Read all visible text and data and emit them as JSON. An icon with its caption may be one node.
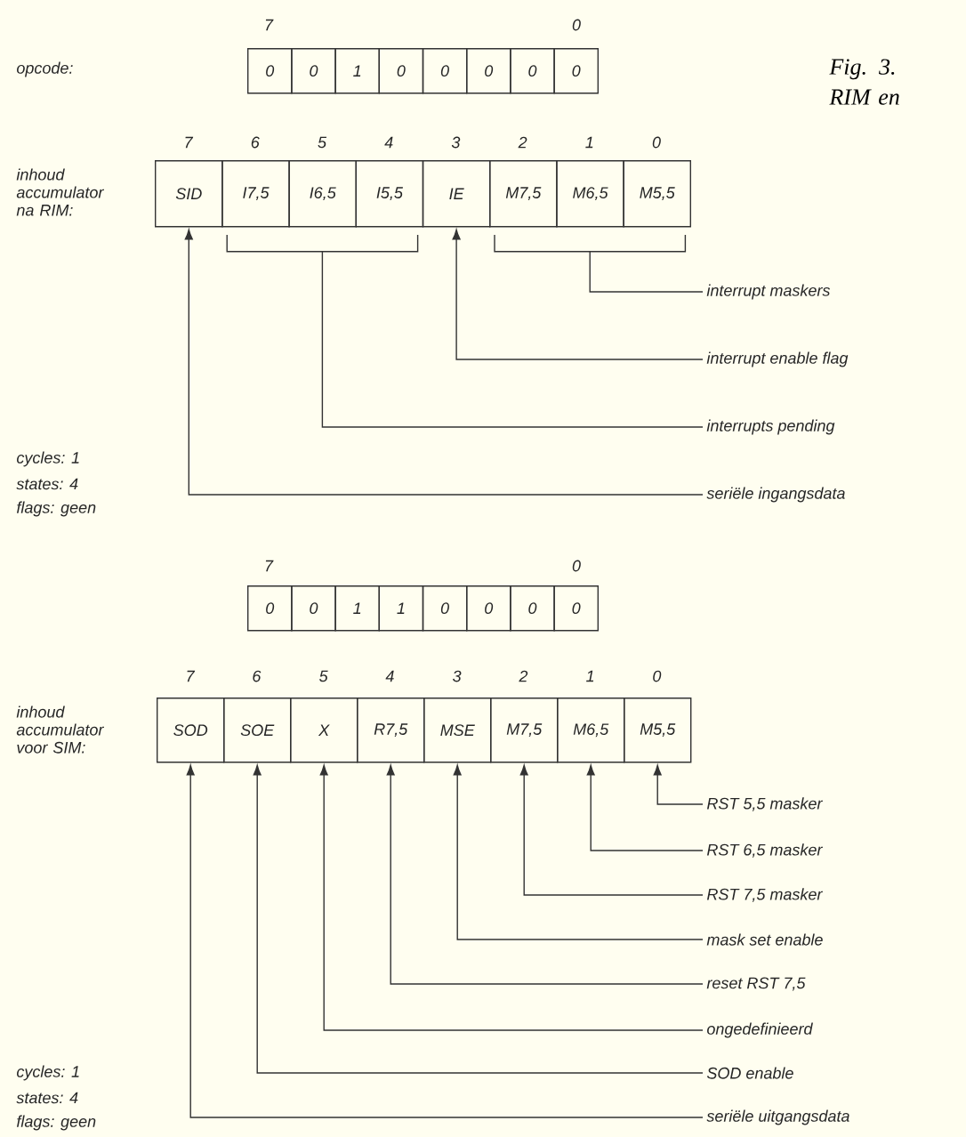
{
  "diagram": {
    "caption": "Fig. 3. RIM en",
    "nodes": [
      {
        "text": [
          "0"
        ]
      },
      {
        "text": [
          "0"
        ]
      },
      {
        "text": [
          "1"
        ]
      },
      {
        "text": [
          "0"
        ]
      },
      {
        "text": [
          "0"
        ]
      },
      {
        "text": [
          "0"
        ]
      },
      {
        "text": [
          "0"
        ]
      },
      {
        "text": [
          "0"
        ]
      },
      {
        "text": [
          "SID"
        ]
      },
      {
        "text": [
          "I7,5"
        ]
      },
      {
        "text": [
          "I6,5"
        ]
      },
      {
        "text": [
          "I5,5"
        ]
      },
      {
        "text": [
          "IE"
        ]
      },
      {
        "text": [
          "M7,5"
        ]
      },
      {
        "text": [
          "M6,5"
        ]
      },
      {
        "text": [
          "M5,5"
        ]
      },
      {
        "text": [
          "interrupt maskers"
        ]
      },
      {
        "text": [
          "interrupt enable flag"
        ]
      },
      {
        "text": [
          "interrupts pending"
        ]
      },
      {
        "text": [
          "seriële ingangsdata"
        ]
      },
      {
        "text": [
          "0"
        ]
      },
      {
        "text": [
          "0"
        ]
      },
      {
        "text": [
          "1"
        ]
      },
      {
        "text": [
          "1"
        ]
      },
      {
        "text": [
          "0"
        ]
      },
      {
        "text": [
          "0"
        ]
      },
      {
        "text": [
          "0"
        ]
      },
      {
        "text": [
          "0"
        ]
      },
      {
        "text": [
          "SOD"
        ]
      },
      {
        "text": [
          "SOE"
        ]
      },
      {
        "text": [
          "X"
        ]
      },
      {
        "text": [
          "R7,5"
        ]
      },
      {
        "text": [
          "MSE"
        ]
      },
      {
        "text": [
          "M7,5"
        ]
      },
      {
        "text": [
          "M6,5"
        ]
      },
      {
        "text": [
          "M5,5"
        ]
      },
      {
        "text": [
          "RST 5,5 masker"
        ]
      },
      {
        "text": [
          "RST 6,5 masker"
        ]
      },
      {
        "text": [
          "RST 7,5 masker"
        ]
      },
      {
        "text": [
          "mask set enable"
        ]
      },
      {
        "text": [
          "reset RST 7,5"
        ]
      },
      {
        "text": [
          "ongedefinieerd"
        ]
      },
      {
        "text": [
          "SOD enable"
        ]
      },
      {
        "text": [
          "seriële uitgangsdata"
        ]
      },
      {
        "text": [],
        "shape": "bracket"
      },
      {
        "text": [],
        "shape": "bracket"
      }
    ],
    "edges": [
      {
        "from": 16,
        "to": 45,
        "arrow": "none"
      },
      {
        "from": 17,
        "to": 12,
        "arrow": "to"
      },
      {
        "from": 18,
        "to": 44,
        "arrow": "none"
      },
      {
        "from": 19,
        "to": 8,
        "arrow": "to"
      },
      {
        "from": 36,
        "to": 35,
        "arrow": "to"
      },
      {
        "from": 37,
        "to": 34,
        "arrow": "to"
      },
      {
        "from": 38,
        "to": 33,
        "arrow": "to"
      },
      {
        "from": 39,
        "to": 32,
        "arrow": "to"
      },
      {
        "from": 40,
        "to": 31,
        "arrow": "to"
      },
      {
        "from": 41,
        "to": 30,
        "arrow": "to"
      },
      {
        "from": 42,
        "to": 29,
        "arrow": "to"
      },
      {
        "from": 43,
        "to": 28,
        "arrow": "to"
      }
    ],
    "labels": [
      "7",
      "0",
      "opcode:",
      "7",
      "6",
      "5",
      "4",
      "3",
      "2",
      "1",
      "0",
      "inhoud accumulator na RIM:",
      "cycles: 1",
      "states: 4",
      "flags: geen",
      "7",
      "0",
      "7",
      "6",
      "5",
      "4",
      "3",
      "2",
      "1",
      "0",
      "inhoud accumulator voor SIM:",
      "cycles: 1",
      "states: 4",
      "flags: geen"
    ]
  }
}
